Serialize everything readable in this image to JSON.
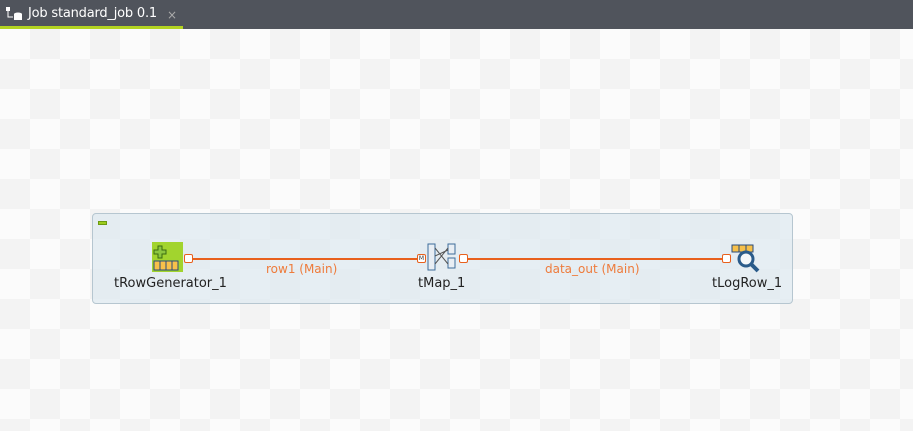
{
  "tab": {
    "title": "Job standard_job 0.1",
    "close": "×",
    "icon": "job-icon"
  },
  "components": [
    {
      "name": "tRowGenerator_1",
      "icon": "row-generator-icon"
    },
    {
      "name": "tMap_1",
      "icon": "map-icon"
    },
    {
      "name": "tLogRow_1",
      "icon": "log-row-icon"
    }
  ],
  "links": [
    {
      "label": "row1 (Main)"
    },
    {
      "label": "data_out (Main)"
    }
  ],
  "colors": {
    "accent": "#b3d321",
    "link": "#e8601c",
    "tabbar": "#50545c"
  }
}
